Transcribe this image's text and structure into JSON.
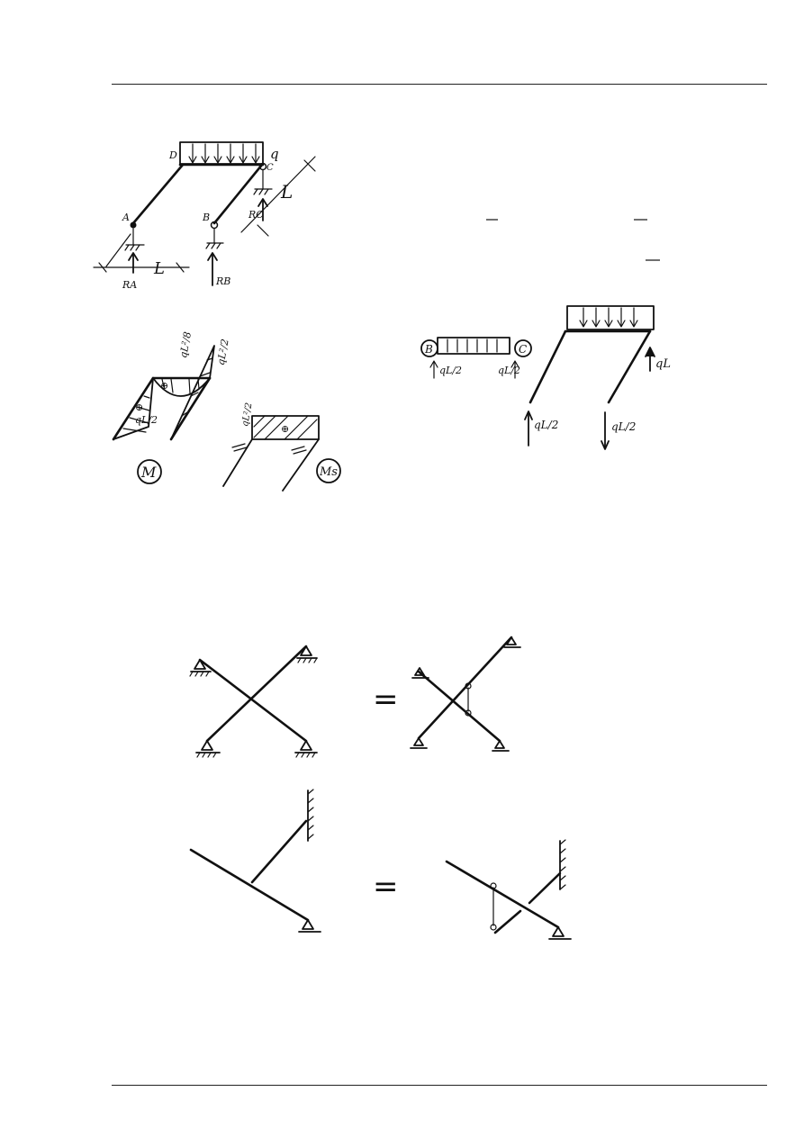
{
  "frame_figure": {
    "load_label": "q",
    "point_labels": [
      "A",
      "B",
      "C",
      "D"
    ],
    "reaction_labels": [
      "RA",
      "RB",
      "RC"
    ],
    "dimension_label": "L"
  },
  "moment_figure": {
    "labels": [
      "M",
      "Ms"
    ],
    "values": [
      "qL²/8",
      "qL²/2",
      "qL/2",
      "qL²/2"
    ],
    "signs": [
      "⊕",
      "⊕",
      "⊕"
    ]
  },
  "free_body_figure": {
    "end_labels": [
      "B",
      "C"
    ],
    "forces": [
      "qL/2",
      "qL/2",
      "qL",
      "qL/2",
      "qL/2"
    ]
  },
  "equivalence_figure": {
    "equals_symbol": "="
  }
}
